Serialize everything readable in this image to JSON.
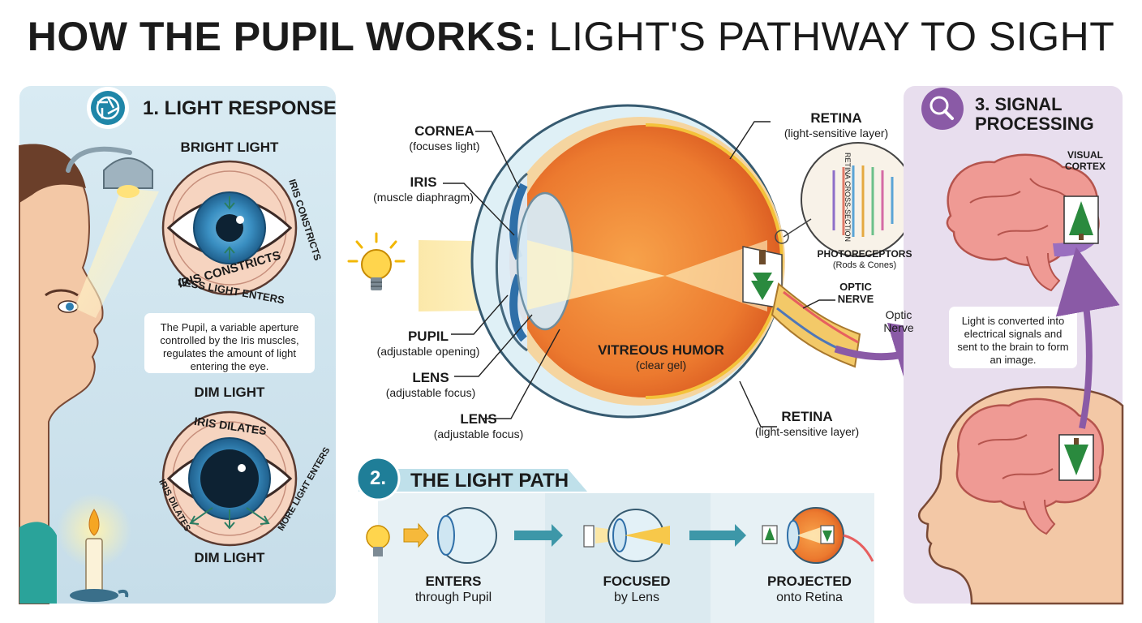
{
  "title": {
    "bold": "HOW THE PUPIL WORKS:",
    "light": "LIGHT'S PATHWAY TO SIGHT"
  },
  "section1": {
    "title": "1. LIGHT RESPONSE",
    "bright_label": "BRIGHT LIGHT",
    "arc_iris_constricts": "IRIS CONSTRICTS",
    "arc_less_light": "LESS LIGHT ENTERS",
    "arc_side_constricts": "IRIS CONSTRICTS",
    "description": "The Pupil, a variable aperture controlled by the Iris muscles, regulates the amount of light entering the eye.",
    "dim_label_top": "DIM LIGHT",
    "arc_iris_dilates": "IRIS DILATES",
    "arc_side_dilates": "IRIS DILATES",
    "arc_more_light": "MORE LIGHT ENTERS",
    "dim_label_bottom": "DIM LIGHT"
  },
  "anatomy": {
    "cornea": {
      "name": "CORNEA",
      "desc": "(focuses light)"
    },
    "iris": {
      "name": "IRIS",
      "desc": "(muscle diaphragm)"
    },
    "pupil": {
      "name": "PUPIL",
      "desc": "(adjustable opening)"
    },
    "lens1": {
      "name": "LENS",
      "desc": "(adjustable focus)"
    },
    "lens2": {
      "name": "LENS",
      "desc": "(adjustable focus)"
    },
    "vitreous": {
      "name": "VITREOUS HUMOR",
      "desc": "(clear gel)"
    },
    "retina_top": {
      "name": "RETINA",
      "desc": "(light-sensitive layer)"
    },
    "retina_bottom": {
      "name": "RETINA",
      "desc": "(light-sensitive layer)"
    },
    "cross_section": "RETINA CROSS-SECTION",
    "photoreceptors": {
      "name": "PHOTORECEPTORS",
      "desc": "(Rods & Cones)"
    },
    "optic_nerve": "OPTIC NERVE",
    "optic_nerve_arrow": "Optic Nerve"
  },
  "section2": {
    "number": "2.",
    "title": "THE LIGHT PATH",
    "steps": [
      {
        "name": "ENTERS",
        "desc": "through Pupil"
      },
      {
        "name": "FOCUSED",
        "desc": "by Lens"
      },
      {
        "name": "PROJECTED",
        "desc": "onto Retina"
      }
    ]
  },
  "section3": {
    "title_line1": "3. SIGNAL",
    "title_line2": "PROCESSING",
    "visual_cortex": "VISUAL CORTEX",
    "description": "Light is converted into electrical signals and sent to the brain to form an image."
  },
  "colors": {
    "panel1_bg": "#d4e7f0",
    "panel3_bg": "#e6dcec",
    "panel2_bg": "#e7f1f5",
    "iris_blue": "#2f7fb0",
    "eye_orange": "#e8732e",
    "signal_purple": "#8a5aa6",
    "arrow_teal": "#3d97a8",
    "brain_pink": "#e98b86"
  },
  "icons": [
    "aperture-icon",
    "magnifier-icon",
    "lightbulb-icon",
    "lamp-icon",
    "candle-icon",
    "tree-icon",
    "brain-icon"
  ]
}
